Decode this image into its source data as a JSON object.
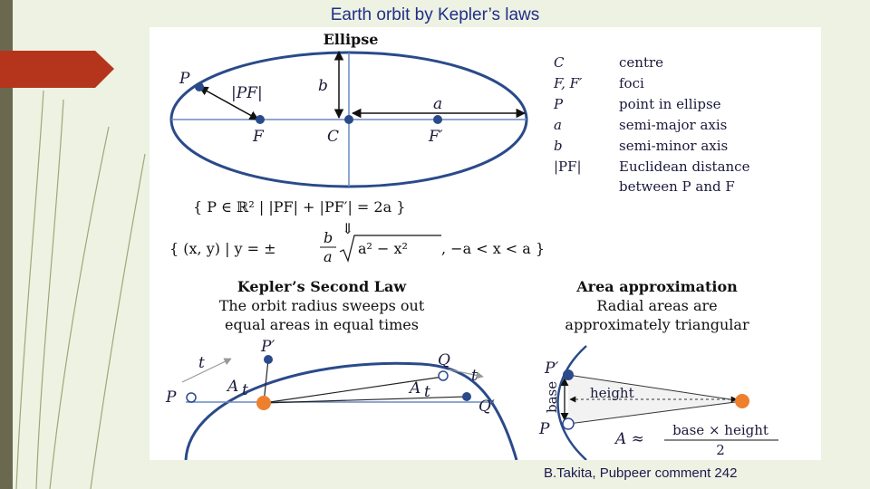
{
  "slide": {
    "title": "Earth orbit by Kepler’s laws",
    "credit": "B.Takita, Pubpeer comment 242",
    "colors": {
      "accent": "#b5351c",
      "sidebar": "#6b6850",
      "text": "#1f2f8a"
    }
  },
  "figure": {
    "ellipse": {
      "heading": "Ellipse",
      "labels": {
        "P": "P",
        "PF": "|PF|",
        "b": "b",
        "a": "a",
        "F": "F",
        "C": "C",
        "Fp": "F′"
      }
    },
    "legend": [
      {
        "sym": "C",
        "desc": "centre"
      },
      {
        "sym": "F, F′",
        "desc": "foci"
      },
      {
        "sym": "P",
        "desc": "point in ellipse"
      },
      {
        "sym": "a",
        "desc": "semi-major axis"
      },
      {
        "sym": "b",
        "desc": "semi-minor axis"
      },
      {
        "sym": "|PF|",
        "desc": "Euclidean distance"
      },
      {
        "sym": "",
        "desc": "between P and F"
      }
    ],
    "equations": {
      "set_def": "{ P ∈ ℝ²  |  |PF| + |PF′| = 2a }",
      "implies": "⇓",
      "param_left": "{ (x, y)  |  y = ±",
      "frac_num": "b",
      "frac_den": "a",
      "sqrt_body": "a² − x²",
      "param_right": ",  −a < x < a }"
    },
    "second_law": {
      "heading": "Kepler’s Second Law",
      "line1": "The orbit radius sweeps out",
      "line2": "equal areas in equal times",
      "labels": {
        "P": "P",
        "Pp": "P′",
        "Q": "Q",
        "Qp": "Q′",
        "t1": "t",
        "t2": "t",
        "A1": "A",
        "A2": "A",
        "sub": "t"
      }
    },
    "area": {
      "heading": "Area approximation",
      "line1": "Radial areas are",
      "line2": "approximately triangular",
      "labels": {
        "Pp": "P′",
        "P": "P",
        "base": "base",
        "height": "height",
        "A": "A ≈",
        "num": "base × height",
        "den": "2"
      }
    }
  }
}
